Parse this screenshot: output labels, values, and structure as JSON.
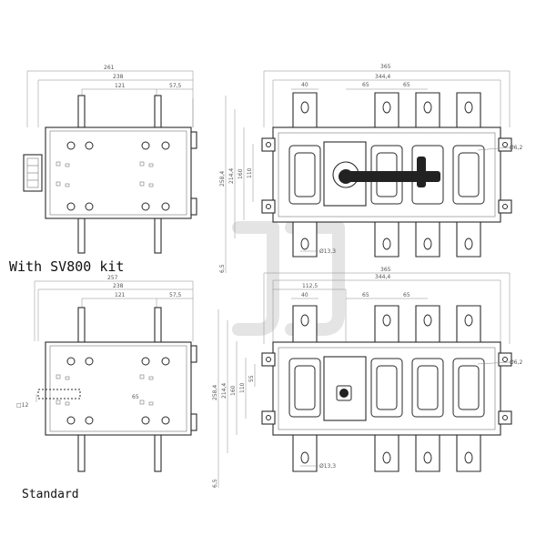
{
  "captions": {
    "kit": "With SV800 kit",
    "standard": "Standard"
  },
  "side_kit": {
    "dims_top": [
      "261",
      "238",
      "121",
      "57,5"
    ]
  },
  "front_kit": {
    "dims_top": [
      "365",
      "344,4"
    ],
    "dims_pitch": [
      "40",
      "65",
      "65"
    ],
    "dims_left": [
      "258,4",
      "214,4",
      "160",
      "110"
    ],
    "dim_bottom": "6,5",
    "hole_small": "Ø13,3",
    "hole_side": "Ø6,2"
  },
  "side_std": {
    "dims_top": [
      "257",
      "238",
      "121",
      "57,5"
    ],
    "shaft": "□12",
    "shaft_offset": "65"
  },
  "front_std": {
    "dims_top": [
      "365",
      "344,4",
      "112,5"
    ],
    "dims_pitch": [
      "40",
      "65",
      "65"
    ],
    "dims_left": [
      "258,4",
      "214,4",
      "160",
      "110",
      "55"
    ],
    "dim_bottom": "6,5",
    "hole_small": "Ø13,3",
    "hole_side": "Ø6,2"
  }
}
